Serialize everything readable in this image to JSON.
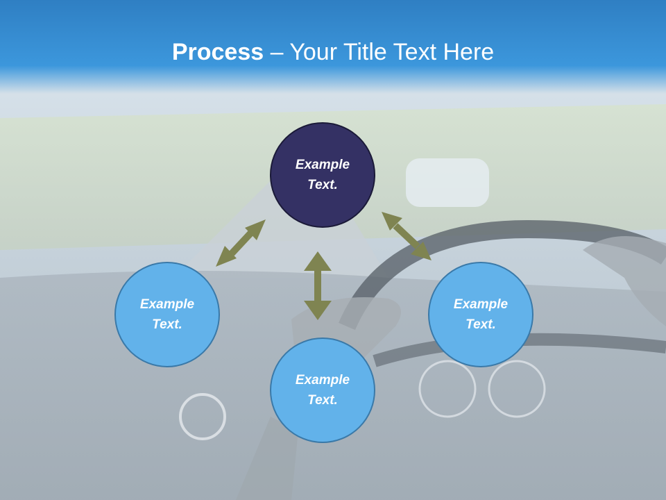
{
  "slide": {
    "title_bold": "Process",
    "title_dash": " – ",
    "title_rest": "Your Title Text Here"
  },
  "nodes": {
    "top": {
      "line1": "Example",
      "line2": "Text."
    },
    "left": {
      "line1": "Example",
      "line2": "Text."
    },
    "right": {
      "line1": "Example",
      "line2": "Text."
    },
    "bottom": {
      "line1": "Example",
      "line2": "Text."
    }
  },
  "colors": {
    "title_band": "#3c97dc",
    "center_node": "#343164",
    "outer_node": "#62b2ea",
    "arrow": "#7f8451"
  }
}
